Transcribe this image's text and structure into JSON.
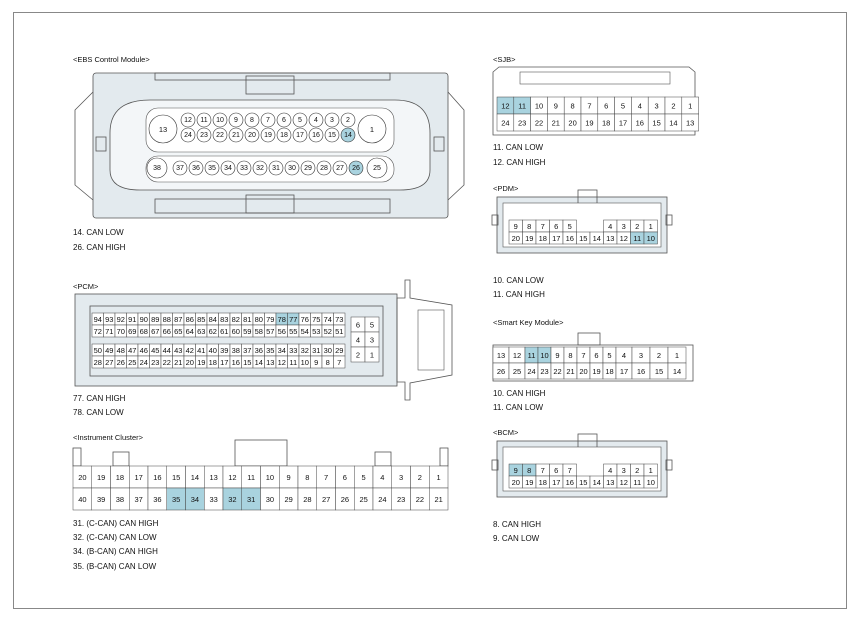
{
  "ebs": {
    "header": "<EBS Control Module>",
    "notes": [
      "14. CAN LOW",
      "26. CAN HIGH"
    ],
    "big_pins": [
      "13",
      "1",
      "38",
      "25"
    ],
    "row1": [
      "12",
      "11",
      "10",
      "9",
      "8",
      "7",
      "6",
      "5",
      "4",
      "3",
      "2"
    ],
    "row2": [
      "24",
      "23",
      "22",
      "21",
      "20",
      "19",
      "18",
      "17",
      "16",
      "15",
      "14"
    ],
    "row3": [
      "37",
      "36",
      "35",
      "34",
      "33",
      "32",
      "31",
      "30",
      "29",
      "28",
      "27",
      "26"
    ],
    "highlight": [
      "14",
      "26"
    ]
  },
  "sjb": {
    "header": "<SJB>",
    "notes": [
      "11. CAN LOW",
      "12. CAN HIGH"
    ],
    "row1": [
      "12",
      "11",
      "10",
      "9",
      "8",
      "7",
      "6",
      "5",
      "4",
      "3",
      "2",
      "1"
    ],
    "row2": [
      "24",
      "23",
      "22",
      "21",
      "20",
      "19",
      "18",
      "17",
      "16",
      "15",
      "14",
      "13"
    ],
    "highlight": [
      "12",
      "11"
    ]
  },
  "pdm": {
    "header": "<PDM>",
    "notes": [
      "10. CAN LOW",
      "11. CAN HIGH"
    ],
    "row1": [
      "9",
      "8",
      "7",
      "6",
      "5",
      "",
      "",
      "4",
      "3",
      "2",
      "1"
    ],
    "row2": [
      "20",
      "19",
      "18",
      "17",
      "16",
      "15",
      "14",
      "13",
      "12",
      "11",
      "10"
    ],
    "highlight": [
      "11",
      "10"
    ]
  },
  "pcm": {
    "header": "<PCM>",
    "notes": [
      "77. CAN HIGH",
      "78. CAN LOW"
    ],
    "row1": [
      "94",
      "93",
      "92",
      "91",
      "90",
      "89",
      "88",
      "87",
      "86",
      "85",
      "84",
      "83",
      "82",
      "81",
      "80",
      "79",
      "78",
      "77",
      "76",
      "75",
      "74",
      "73"
    ],
    "row2": [
      "72",
      "71",
      "70",
      "69",
      "68",
      "67",
      "66",
      "65",
      "64",
      "63",
      "62",
      "61",
      "60",
      "59",
      "58",
      "57",
      "56",
      "55",
      "54",
      "53",
      "52",
      "51"
    ],
    "row3": [
      "50",
      "49",
      "48",
      "47",
      "46",
      "45",
      "44",
      "43",
      "42",
      "41",
      "40",
      "39",
      "38",
      "37",
      "36",
      "35",
      "34",
      "33",
      "32",
      "31",
      "30",
      "29"
    ],
    "row4": [
      "28",
      "27",
      "26",
      "25",
      "24",
      "23",
      "22",
      "21",
      "20",
      "19",
      "18",
      "17",
      "16",
      "15",
      "14",
      "13",
      "12",
      "11",
      "10",
      "9",
      "8",
      "7"
    ],
    "small": [
      "6",
      "5",
      "4",
      "3",
      "2",
      "1"
    ],
    "highlight": [
      "78",
      "77"
    ]
  },
  "smartkey": {
    "header": "<Smart Key Module>",
    "notes": [
      "10. CAN HIGH",
      "11. CAN LOW"
    ],
    "row1": [
      "13",
      "12",
      "11",
      "10",
      "9",
      "8",
      "7",
      "6",
      "5",
      "4",
      "3",
      "2",
      "1"
    ],
    "row2": [
      "26",
      "25",
      "24",
      "23",
      "22",
      "21",
      "20",
      "19",
      "18",
      "17",
      "16",
      "15",
      "14"
    ],
    "highlight": [
      "11",
      "10"
    ]
  },
  "cluster": {
    "header": "<Instrument Cluster>",
    "notes": [
      "31. (C-CAN) CAN HIGH",
      "32. (C-CAN) CAN LOW",
      "34. (B-CAN) CAN HIGH",
      "35. (B-CAN) CAN LOW"
    ],
    "row1": [
      "20",
      "19",
      "18",
      "17",
      "16",
      "15",
      "14",
      "13",
      "12",
      "11",
      "10",
      "9",
      "8",
      "7",
      "6",
      "5",
      "4",
      "3",
      "2",
      "1"
    ],
    "row2": [
      "40",
      "39",
      "38",
      "37",
      "36",
      "35",
      "34",
      "33",
      "32",
      "31",
      "30",
      "29",
      "28",
      "27",
      "26",
      "25",
      "24",
      "23",
      "22",
      "21"
    ],
    "highlight": [
      "35",
      "34",
      "32",
      "31"
    ]
  },
  "bcm": {
    "header": "<BCM>",
    "notes": [
      "8. CAN HIGH",
      "9. CAN LOW"
    ],
    "row1": [
      "9",
      "8",
      "7",
      "6",
      "7",
      "",
      "",
      "4",
      "3",
      "2",
      "1"
    ],
    "row2": [
      "20",
      "19",
      "18",
      "17",
      "16",
      "15",
      "14",
      "13",
      "12",
      "11",
      "10"
    ],
    "highlight": [
      "9",
      "8"
    ]
  }
}
